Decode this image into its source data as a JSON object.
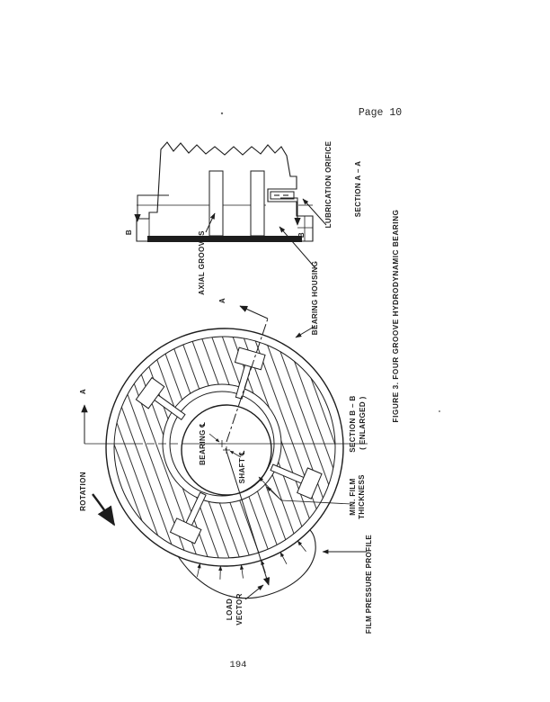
{
  "page": {
    "header": "Page 10",
    "footer_page_number": "194"
  },
  "figure": {
    "caption": "FIGURE 3. FOUR GROOVE HYDRODYNAMIC BEARING",
    "section_view": {
      "lubrication_orifice": "LUBRICATION ORIFICE",
      "section_label": "SECTION A – A",
      "axial_grooves": "AXIAL GROOVES",
      "cut_marker": "B"
    },
    "circular_view": {
      "bearing_housing": "BEARING HOUSING",
      "rotation": "ROTATION",
      "bearing_centerline": "BEARING ℄",
      "shaft_centerline": "SHAFT ℄",
      "section_label": "SECTION B – B",
      "section_sub": "( ENLARGED )",
      "min_film_line1": "MIN. FILM",
      "min_film_line2": "THICKNESS",
      "load_line1": "LOAD",
      "load_line2": "VECTOR",
      "film_pressure_profile": "FILM PRESSURE PROFILE",
      "cut_marker": "A"
    }
  },
  "colors": {
    "ink": "#1d1d1d",
    "paper": "#ffffff"
  }
}
